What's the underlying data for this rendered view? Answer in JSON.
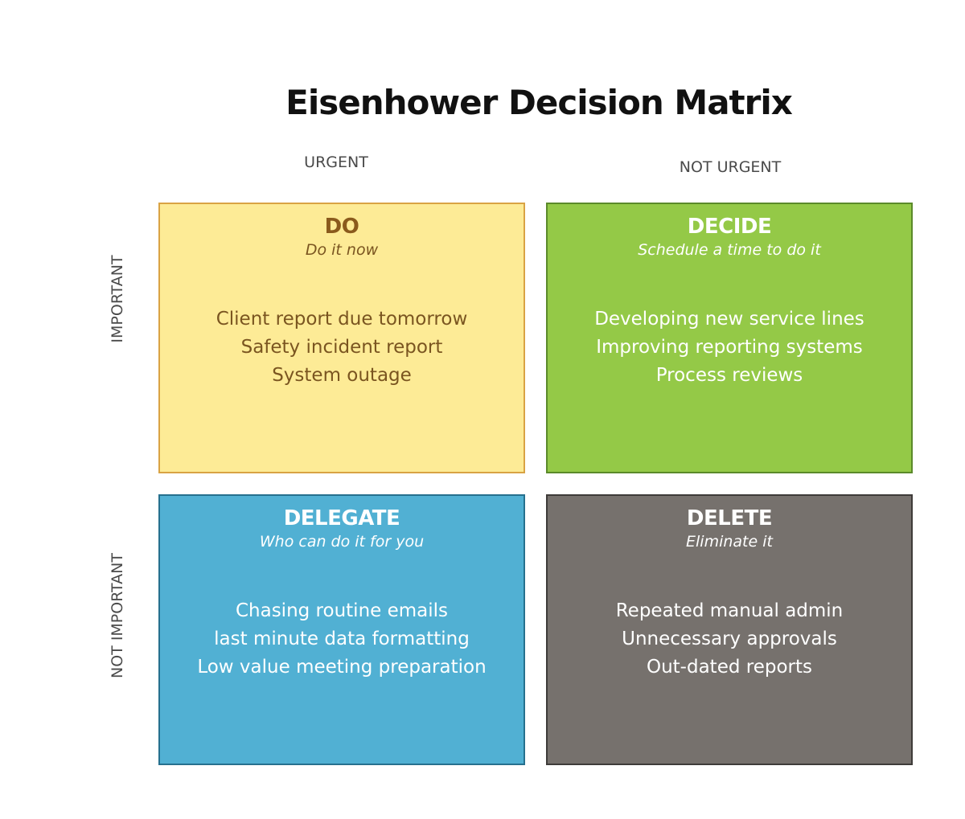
{
  "title": "Eisenhower Decision Matrix",
  "columns": {
    "urgent": "URGENT",
    "not_urgent": "NOT URGENT"
  },
  "rows": {
    "important": "IMPORTANT",
    "not_important": "NOT IMPORTANT"
  },
  "quadrants": {
    "do": {
      "heading": "DO",
      "subtitle": "Do it now",
      "color": "#fdeb96",
      "items": [
        "Client report due tomorrow",
        "Safety incident report",
        "System outage"
      ]
    },
    "decide": {
      "heading": "DECIDE",
      "subtitle": "Schedule a time to do it",
      "color": "#94c947",
      "items": [
        "Developing new service lines",
        "Improving reporting systems",
        "Process reviews"
      ]
    },
    "delegate": {
      "heading": "DELEGATE",
      "subtitle": "Who can do it for you",
      "color": "#51b0d3",
      "items": [
        "Chasing routine emails",
        "last minute data formatting",
        "Low value meeting preparation"
      ]
    },
    "delete": {
      "heading": "DELETE",
      "subtitle": "Eliminate it",
      "color": "#76716d",
      "items": [
        "Repeated manual admin",
        "Unnecessary approvals",
        "Out-dated reports"
      ]
    }
  }
}
